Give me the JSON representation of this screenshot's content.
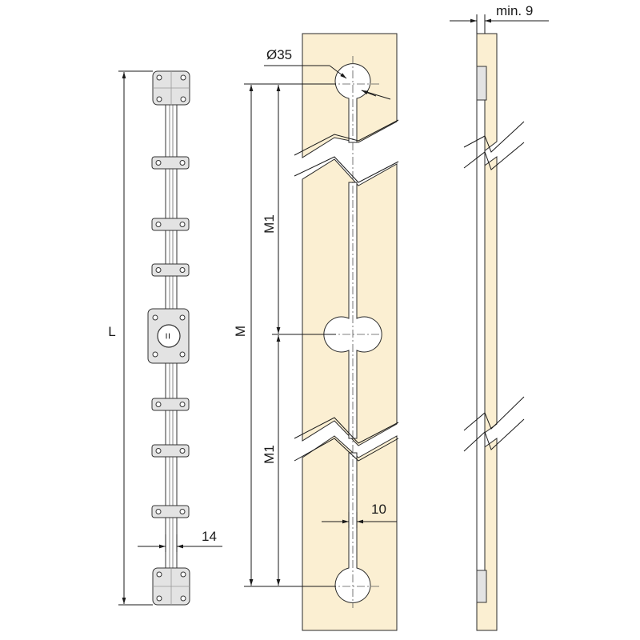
{
  "colors": {
    "panel_fill": "#fbefd2",
    "metal_fill": "#e3e3e3",
    "metal_dark": "#9a9a9a",
    "line": "#1a1a1a",
    "background": "#ffffff"
  },
  "labels": {
    "length": "L",
    "mortise_length": "M",
    "section_upper": "M1",
    "section_lower": "M1",
    "hole_diameter": "Ø35",
    "groove_width": "10",
    "bar_width": "14",
    "min_thickness": "min. 9",
    "lock_symbol": "="
  }
}
